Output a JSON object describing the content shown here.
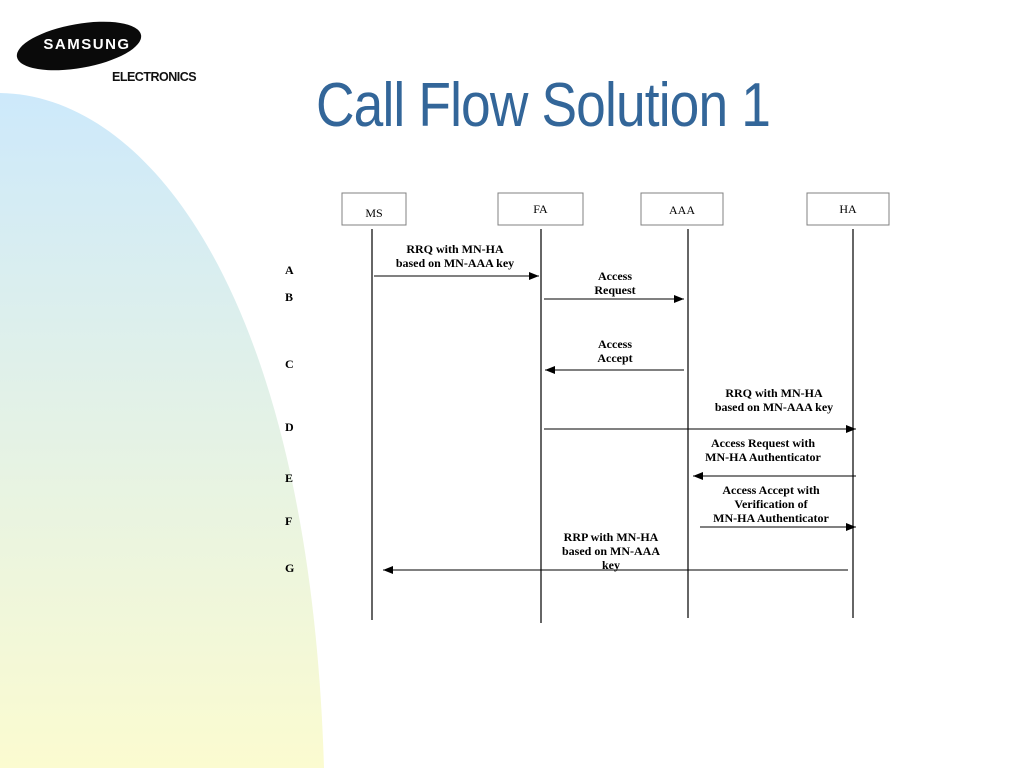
{
  "logo": {
    "brand": "SAMSUNG",
    "subtitle": "ELECTRONICS"
  },
  "slide": {
    "title": "Call Flow Solution 1"
  },
  "diagram": {
    "entities": [
      "MS",
      "FA",
      "AAA",
      "HA"
    ],
    "steps": [
      "A",
      "B",
      "C",
      "D",
      "E",
      "F",
      "G"
    ],
    "messages": [
      {
        "step": "A",
        "from": "MS",
        "to": "FA",
        "lines": [
          "RRQ with MN-HA",
          "based on MN-AAA key"
        ]
      },
      {
        "step": "B",
        "from": "FA",
        "to": "AAA",
        "lines": [
          "Access",
          "Request"
        ]
      },
      {
        "step": "C",
        "from": "AAA",
        "to": "FA",
        "lines": [
          "Access",
          "Accept"
        ]
      },
      {
        "step": "D",
        "from": "FA",
        "to": "HA",
        "lines": [
          "RRQ with MN-HA",
          "based on MN-AAA key"
        ]
      },
      {
        "step": "E",
        "from": "HA",
        "to": "AAA",
        "lines": [
          "Access Request with",
          "MN-HA Authenticator"
        ]
      },
      {
        "step": "F",
        "from": "AAA",
        "to": "HA",
        "lines": [
          "Access Accept with",
          "Verification of",
          "MN-HA Authenticator"
        ]
      },
      {
        "step": "G",
        "from": "HA",
        "to": "MS",
        "lines": [
          "RRP with MN-HA",
          "based on MN-AAA",
          "key"
        ]
      }
    ]
  },
  "colors": {
    "title": "#336699",
    "wave_top": "#cde9fb",
    "wave_bottom": "#fbfbd0",
    "line": "#000000"
  }
}
